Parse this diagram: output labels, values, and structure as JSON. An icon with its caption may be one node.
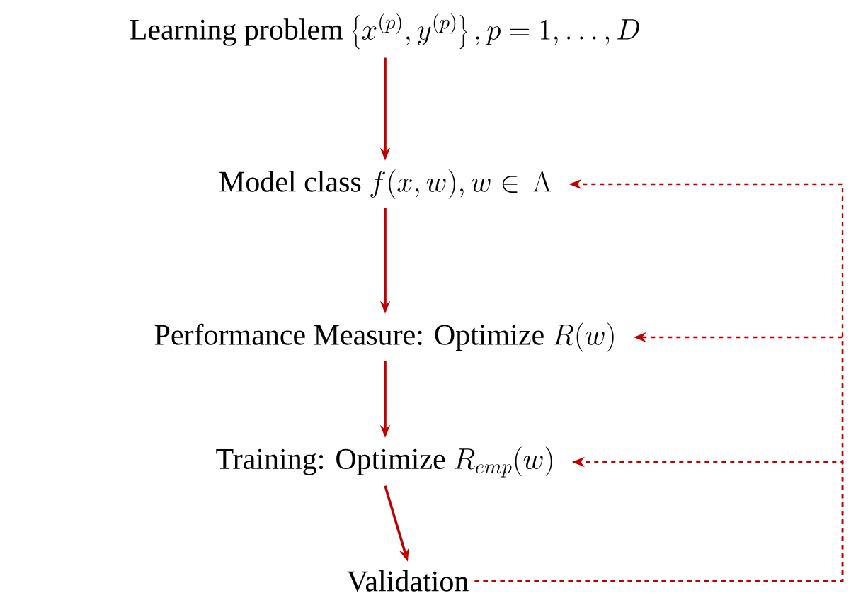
{
  "diagram": {
    "nodes": [
      {
        "text": [
          "Learning problem",
          "\\left\\{x^{(p)},y^{(p)}\\right\\}, p=1,\\ldots,D"
        ]
      },
      {
        "text": [
          "Model class",
          "f(x,w), w\\in\\,\\Lambda"
        ]
      },
      {
        "text": [
          "Performance Measure: Optimize",
          "R(w)"
        ]
      },
      {
        "text": [
          "Training: Optimize",
          "R_{emp}(w)"
        ]
      },
      {
        "text": [
          "Validation"
        ]
      }
    ],
    "edges": [
      {
        "from": 0,
        "to": 1,
        "arrow": "to"
      },
      {
        "from": 1,
        "to": 2,
        "arrow": "to"
      },
      {
        "from": 2,
        "to": 3,
        "arrow": "to"
      },
      {
        "from": 3,
        "to": 4,
        "arrow": "to"
      },
      {
        "from": 4,
        "to": 1,
        "arrow": "to",
        "style": "dashed"
      },
      {
        "from": 4,
        "to": 2,
        "arrow": "to",
        "style": "dashed"
      },
      {
        "from": 4,
        "to": 3,
        "arrow": "to",
        "style": "dashed"
      }
    ]
  }
}
